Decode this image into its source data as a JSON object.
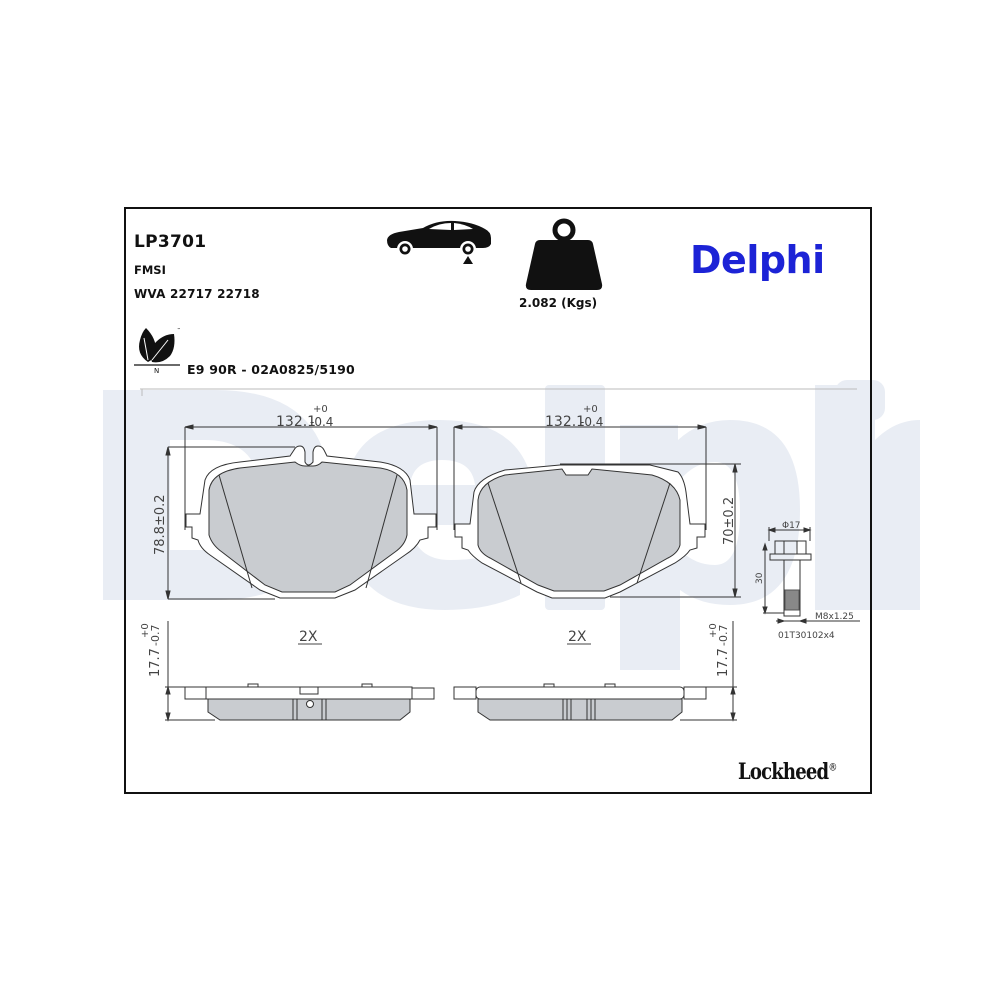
{
  "header": {
    "part_number": "LP3701",
    "fmsi_label": "FMSI",
    "wva_label": "WVA 22717 22718",
    "weight_label": "2.082 (Kgs)",
    "brand": "Delphi",
    "approval_code": "E9 90R - 02A0825/5190"
  },
  "icons": {
    "car": "car-rear-axle-icon",
    "weight": "weight-icon",
    "eco": "eco-leaf-icon"
  },
  "eco_label": "N",
  "drawings": {
    "pad_left": {
      "width_dim": "132.1",
      "width_tol_upper": "+0",
      "width_tol_lower": "-0.4",
      "height_dim": "78.8±0.2",
      "quantity": "2X",
      "thickness_dim": "17.7",
      "thickness_tol_upper": "+0",
      "thickness_tol_lower": "-0.7"
    },
    "pad_right": {
      "width_dim": "132.1",
      "width_tol_upper": "+0",
      "width_tol_lower": "-0.4",
      "height_dim": "70±0.2",
      "quantity": "2X",
      "thickness_dim": "17.7",
      "thickness_tol_upper": "+0",
      "thickness_tol_lower": "-0.7"
    },
    "bolt": {
      "diameter": "Φ17",
      "length": "30",
      "thread": "M8x1.25",
      "part_code": "01T30102x4"
    }
  },
  "footer": {
    "brand": "Lockheed",
    "registered": "®"
  },
  "colors": {
    "brand_blue": "#1c23d6",
    "watermark": "#e6ebf3",
    "pad_fill": "#c8cbcf",
    "border": "#111111"
  }
}
